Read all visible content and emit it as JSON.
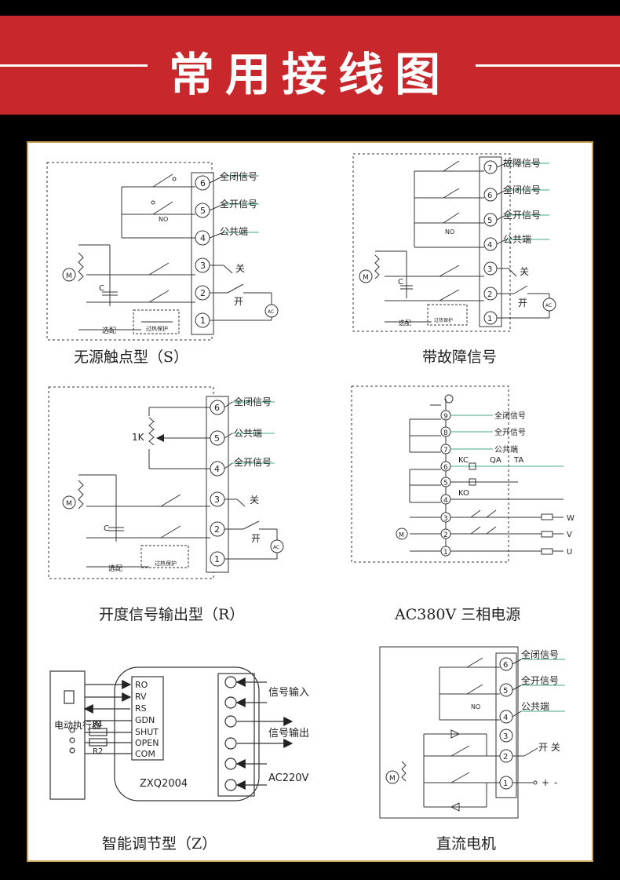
{
  "banner": {
    "title": "常用接线图"
  },
  "panels": {
    "s": {
      "caption": "无源触点型（S）",
      "terminals": [
        "6",
        "5",
        "4",
        "3",
        "2",
        "1"
      ],
      "labels": {
        "full_close": "全闭信号",
        "full_open": "全开信号",
        "common": "公共端",
        "close": "关",
        "open": "开",
        "no": "NO",
        "c": "C",
        "m": "M",
        "ac": "AC",
        "optional": "选配",
        "overheat": "过热保护"
      }
    },
    "fault": {
      "caption": "带故障信号",
      "terminals": [
        "7",
        "6",
        "5",
        "4",
        "3",
        "2",
        "1"
      ],
      "labels": {
        "fault": "故障信号",
        "full_close": "全闭信号",
        "full_open": "全开信号",
        "common": "公共端",
        "close": "关",
        "open": "开",
        "no": "NO",
        "c": "C",
        "m": "M",
        "ac": "AC",
        "optional": "选配",
        "overheat": "过热保护"
      }
    },
    "r": {
      "caption": "开度信号输出型（R）",
      "terminals": [
        "6",
        "5",
        "4",
        "3",
        "2",
        "1"
      ],
      "labels": {
        "full_close": "全闭信号",
        "common": "公共端",
        "full_open": "全开信号",
        "close": "关",
        "open": "开",
        "pot": "1K",
        "c": "C",
        "m": "M",
        "ac": "AC",
        "optional": "选配",
        "overheat": "过热保护"
      }
    },
    "ac380": {
      "caption": "AC380V 三相电源",
      "terminals": [
        "9",
        "8",
        "7",
        "6",
        "5",
        "4",
        "3",
        "2",
        "1"
      ],
      "labels": {
        "full_close": "全闭信号",
        "full_open": "全开信号",
        "common": "公共端",
        "kc": "KC",
        "ko": "KO",
        "qa": "QA",
        "ta": "TA",
        "w": "W",
        "v": "V",
        "u": "U",
        "m": "M"
      }
    },
    "z": {
      "caption": "智能调节型（Z）",
      "actuator": "电动执行器",
      "model": "ZXQ2004",
      "pins": [
        "RO",
        "RV",
        "RS",
        "GDN",
        "SHUT",
        "OPEN",
        "COM"
      ],
      "r1": "R1",
      "r2": "R2",
      "signal_in": "信号输入",
      "signal_out": "信号输出",
      "ac220": "AC220V"
    },
    "dc": {
      "caption": "直流电机",
      "terminals": [
        "6",
        "5",
        "4",
        "3",
        "2",
        "1"
      ],
      "labels": {
        "full_close": "全闭信号",
        "full_open": "全开信号",
        "common": "公共端",
        "switch": "开 关",
        "plus": "+",
        "minus": "-",
        "no": "NO",
        "m": "M"
      }
    }
  }
}
